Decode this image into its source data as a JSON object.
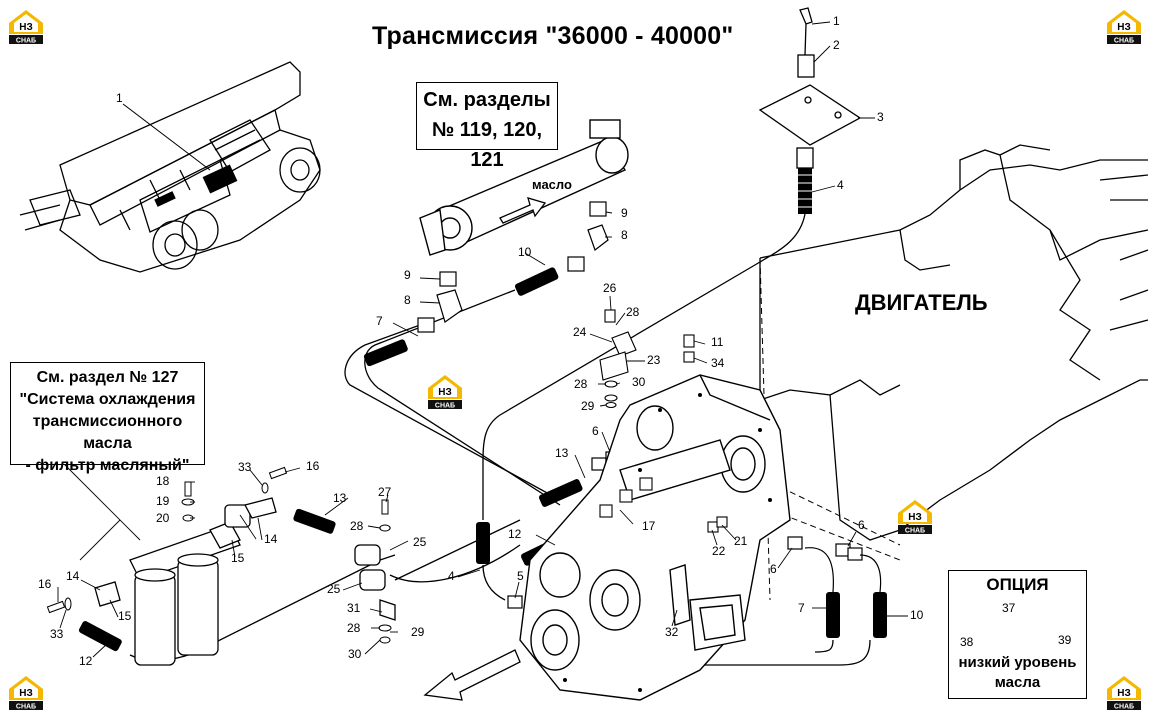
{
  "title": "Трансмиссия  \"36000 - 40000\"",
  "sections_box": {
    "line1": "См. разделы",
    "line2": "№ 119, 120, 121"
  },
  "cooling_box": {
    "line1": "См. раздел № 127",
    "line2": "\"Система охлаждения",
    "line3": "трансмиссионного масла",
    "line4": "- фильтр масляный\""
  },
  "option_box": {
    "title": "ОПЦИЯ",
    "line1": "низкий уровень",
    "line2": "масла"
  },
  "engine_label": "ДВИГАТЕЛЬ",
  "oil_label": "масло",
  "logo": {
    "letters": "НЗ",
    "caption": "СНАБ",
    "color": "#f5b800"
  },
  "callouts": [
    {
      "id": "c1a",
      "text": "1"
    },
    {
      "id": "c1b",
      "text": "1"
    },
    {
      "id": "c2",
      "text": "2"
    },
    {
      "id": "c3",
      "text": "3"
    },
    {
      "id": "c4a",
      "text": "4"
    },
    {
      "id": "c4b",
      "text": "4"
    },
    {
      "id": "c5",
      "text": "5"
    },
    {
      "id": "c6a",
      "text": "6"
    },
    {
      "id": "c6b",
      "text": "6"
    },
    {
      "id": "c6c",
      "text": "6"
    },
    {
      "id": "c7a",
      "text": "7"
    },
    {
      "id": "c7b",
      "text": "7"
    },
    {
      "id": "c8a",
      "text": "8"
    },
    {
      "id": "c8b",
      "text": "8"
    },
    {
      "id": "c9a",
      "text": "9"
    },
    {
      "id": "c9b",
      "text": "9"
    },
    {
      "id": "c10a",
      "text": "10"
    },
    {
      "id": "c10b",
      "text": "10"
    },
    {
      "id": "c11",
      "text": "11"
    },
    {
      "id": "c12a",
      "text": "12"
    },
    {
      "id": "c12b",
      "text": "12"
    },
    {
      "id": "c13a",
      "text": "13"
    },
    {
      "id": "c13b",
      "text": "13"
    },
    {
      "id": "c14a",
      "text": "14"
    },
    {
      "id": "c14b",
      "text": "14"
    },
    {
      "id": "c15a",
      "text": "15"
    },
    {
      "id": "c15b",
      "text": "15"
    },
    {
      "id": "c16a",
      "text": "16"
    },
    {
      "id": "c16b",
      "text": "16"
    },
    {
      "id": "c17",
      "text": "17"
    },
    {
      "id": "c18",
      "text": "18"
    },
    {
      "id": "c19",
      "text": "19"
    },
    {
      "id": "c20",
      "text": "20"
    },
    {
      "id": "c21",
      "text": "21"
    },
    {
      "id": "c22",
      "text": "22"
    },
    {
      "id": "c23",
      "text": "23"
    },
    {
      "id": "c24",
      "text": "24"
    },
    {
      "id": "c25a",
      "text": "25"
    },
    {
      "id": "c25b",
      "text": "25"
    },
    {
      "id": "c26",
      "text": "26"
    },
    {
      "id": "c27",
      "text": "27"
    },
    {
      "id": "c28a",
      "text": "28"
    },
    {
      "id": "c28b",
      "text": "28"
    },
    {
      "id": "c28c",
      "text": "28"
    },
    {
      "id": "c28d",
      "text": "28"
    },
    {
      "id": "c29a",
      "text": "29"
    },
    {
      "id": "c29b",
      "text": "29"
    },
    {
      "id": "c30a",
      "text": "30"
    },
    {
      "id": "c30b",
      "text": "30"
    },
    {
      "id": "c31",
      "text": "31"
    },
    {
      "id": "c32",
      "text": "32"
    },
    {
      "id": "c33a",
      "text": "33"
    },
    {
      "id": "c33b",
      "text": "33"
    },
    {
      "id": "c34",
      "text": "34"
    },
    {
      "id": "c37",
      "text": "37"
    },
    {
      "id": "c38",
      "text": "38"
    },
    {
      "id": "c39",
      "text": "39"
    }
  ]
}
